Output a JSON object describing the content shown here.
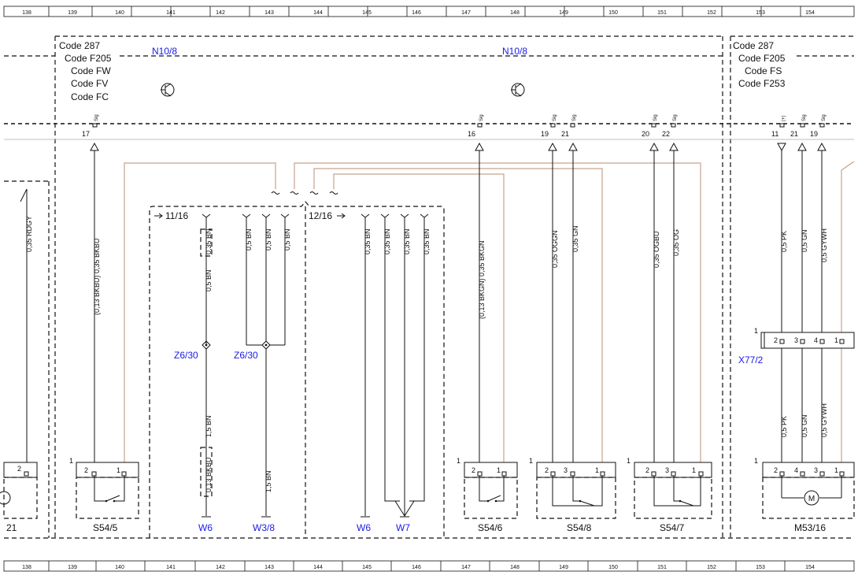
{
  "ruler": [
    "138",
    "139",
    "140",
    "141",
    "142",
    "143",
    "144",
    "145",
    "146",
    "147",
    "148",
    "149",
    "150",
    "151",
    "152",
    "153",
    "154"
  ],
  "codes_left": [
    "Code 287",
    "Code F205",
    "Code FW",
    "Code FV",
    "Code FC"
  ],
  "codes_right": [
    "Code 287",
    "Code F205",
    "Code FS",
    "Code F253"
  ],
  "modules": {
    "left": "N10/8",
    "center": "N10/8"
  },
  "sig_label": "Sig",
  "plus_label": "(+)",
  "pins": {
    "p17": "17",
    "p16": "16",
    "p19": "19",
    "p21": "21",
    "p20": "20",
    "p22": "22",
    "r11": "11",
    "r21": "21",
    "r19": "19"
  },
  "wires": {
    "w_left_rdgy": "0,35 RDGY",
    "w_bkbu": "(0,13 BKBU) 0,35 BKBU",
    "w_bkgn": "(0,13 BKGN) 0,35 BKGN",
    "w_ogn": "0,35 OGGN",
    "w_gn": "0,35 GN",
    "w_ogbu": "0,35 OGBU",
    "w_og": "0,35 OG",
    "w_pk": "0,5 PK",
    "w_gn2": "0,5 GN",
    "w_gywh": "0,5 GYWH",
    "w_pk_b": "0,5 PK",
    "w_gn_b": "0,5 GN",
    "w_gywh_b": "0,5 GYWH",
    "bn035": "0,35 BN",
    "bn05": "0,5 BN",
    "bn15": "1,5 BN",
    "bkbu013": "0,13 BKBU"
  },
  "refs": {
    "r1116": "11/16",
    "r1216": "12/16"
  },
  "splices": {
    "z1": "Z6/30",
    "z2": "Z6/30"
  },
  "grounds": {
    "g1": "W6",
    "g2": "W3/8",
    "g3": "W6",
    "g4": "W7"
  },
  "connector": {
    "label": "X77/2",
    "one": "1",
    "pins": [
      "2",
      "3",
      "4",
      "1"
    ]
  },
  "switches": {
    "s545": {
      "label": "S54/5",
      "pins": [
        "2",
        "1"
      ]
    },
    "s546": {
      "label": "S54/6",
      "pins": [
        "2",
        "1"
      ]
    },
    "s548": {
      "label": "S54/8",
      "pins": [
        "2",
        "3",
        "1"
      ]
    },
    "s547": {
      "label": "S54/7",
      "pins": [
        "2",
        "3",
        "1"
      ]
    },
    "m5316": {
      "label": "M53/16",
      "pins": [
        "2",
        "4",
        "3",
        "1"
      ]
    }
  },
  "left_comp": {
    "label": "21",
    "pin": "2"
  },
  "ones": "1"
}
